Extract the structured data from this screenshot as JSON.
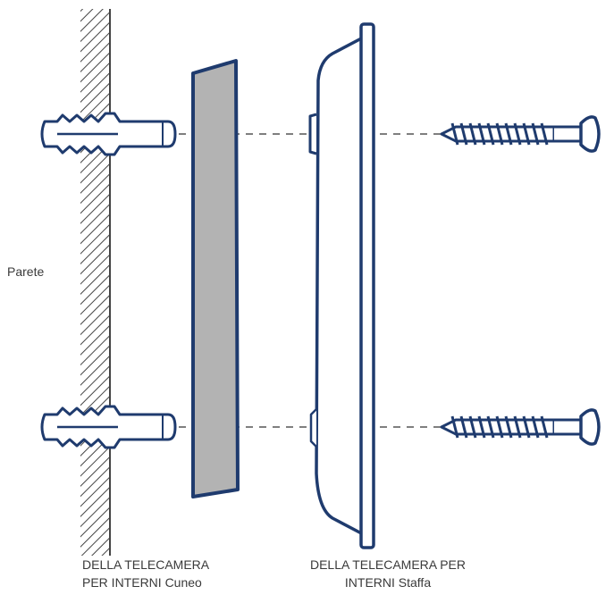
{
  "labels": {
    "wall": "Parete",
    "wedge_line1": "DELLA TELECAMERA",
    "wedge_line2": "PER INTERNI Cuneo",
    "bracket_line1": "DELLA TELECAMERA PER",
    "bracket_line2": "INTERNI Staffa"
  },
  "colors": {
    "outline": "#1f3b6e",
    "wedge_fill": "#b3b3b3",
    "hatch": "#444444"
  }
}
